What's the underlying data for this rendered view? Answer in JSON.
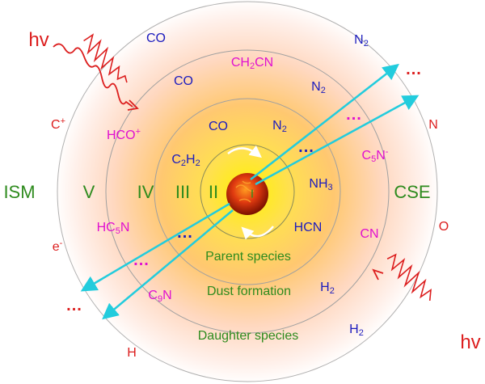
{
  "colors": {
    "blue": "#1c1cbe",
    "magenta": "#e010d0",
    "red": "#dc1e1e",
    "green": "#2e8b1e",
    "arrow": "#22ccdd"
  },
  "labels": {
    "hv_top": "hv",
    "hv_bottom": "hv",
    "ism": "ISM",
    "cse": "CSE",
    "zone_V": "V",
    "zone_IV": "IV",
    "zone_III": "III",
    "zone_II": "II",
    "zone_I": "I",
    "parent_species": "Parent species",
    "dust_formation": "Dust formation",
    "daughter_species": "Daughter species",
    "dots": "..."
  },
  "species": {
    "co_outer": "CO",
    "co_mid": "CO",
    "co_inner": "CO",
    "n2_outer": "N",
    "n2_mid": "N",
    "n2_inner": "N",
    "ch2cn_a": "CH",
    "ch2cn_b": "CN",
    "hco": "HCO",
    "hco_charge": "+",
    "c_ion": "C",
    "c_charge": "+",
    "n_atom": "N",
    "o_atom": "O",
    "h_atom": "H",
    "electron": "e",
    "electron_charge": "-",
    "c2h2_a": "C",
    "c2h2_b": "H",
    "c5n_minus": "C",
    "c5n_minus_b": "N",
    "c5n_charge": "-",
    "nh3_a": "NH",
    "hcn": "HCN",
    "cn": "CN",
    "hc5n_a": "HC",
    "hc5n_b": "N",
    "c9n_a": "C",
    "c9n_b": "N",
    "h2_mid": "H",
    "h2_outer": "H",
    "sub_2": "2",
    "sub_3": "3",
    "sub_5": "5",
    "sub_9": "9"
  }
}
